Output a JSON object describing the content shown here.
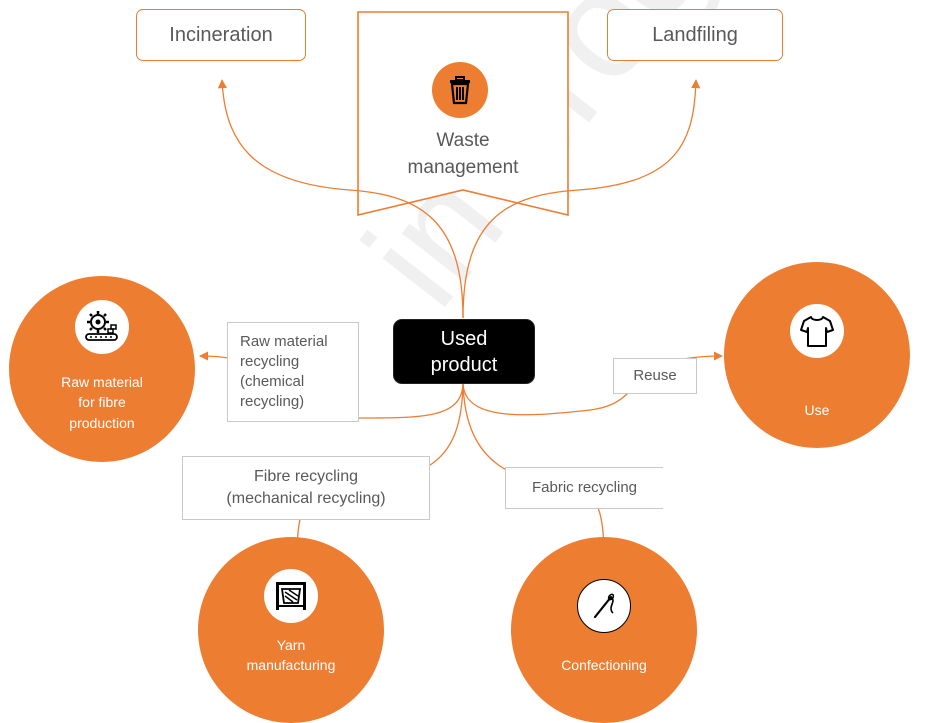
{
  "waste_management": {
    "label_line1": "Waste",
    "label_line2": "management",
    "icon": "trash-bin-icon",
    "outcomes": [
      {
        "label": "Incineration"
      },
      {
        "label": "Landfiling"
      }
    ]
  },
  "center": {
    "line1": "Used",
    "line2": "product"
  },
  "nodes": {
    "raw_material": {
      "line1": "Raw material",
      "line2": "for fibre",
      "line3": "production",
      "icon": "gear-conveyor-icon"
    },
    "use": {
      "label": "Use",
      "icon": "t-shirt-icon"
    },
    "yarn": {
      "line1": "Yarn",
      "line2": "manufacturing",
      "icon": "spinning-loom-icon"
    },
    "confectioning": {
      "label": "Confectioning",
      "icon": "sewing-needle-icon"
    }
  },
  "edges": {
    "raw_material_recycling": {
      "line1": "Raw material",
      "line2": "recycling",
      "line3": "(chemical",
      "line4": "recycling)"
    },
    "reuse": {
      "label": "Reuse"
    },
    "fibre_recycling": {
      "line1": "Fibre recycling",
      "line2": "(mechanical recycling)"
    },
    "fabric_recycling": {
      "label": "Fabric recycling"
    }
  },
  "colors": {
    "accent": "#ed7d31",
    "center_fill": "#000000",
    "text": "#595959",
    "label_border": "#c9c9c9"
  }
}
